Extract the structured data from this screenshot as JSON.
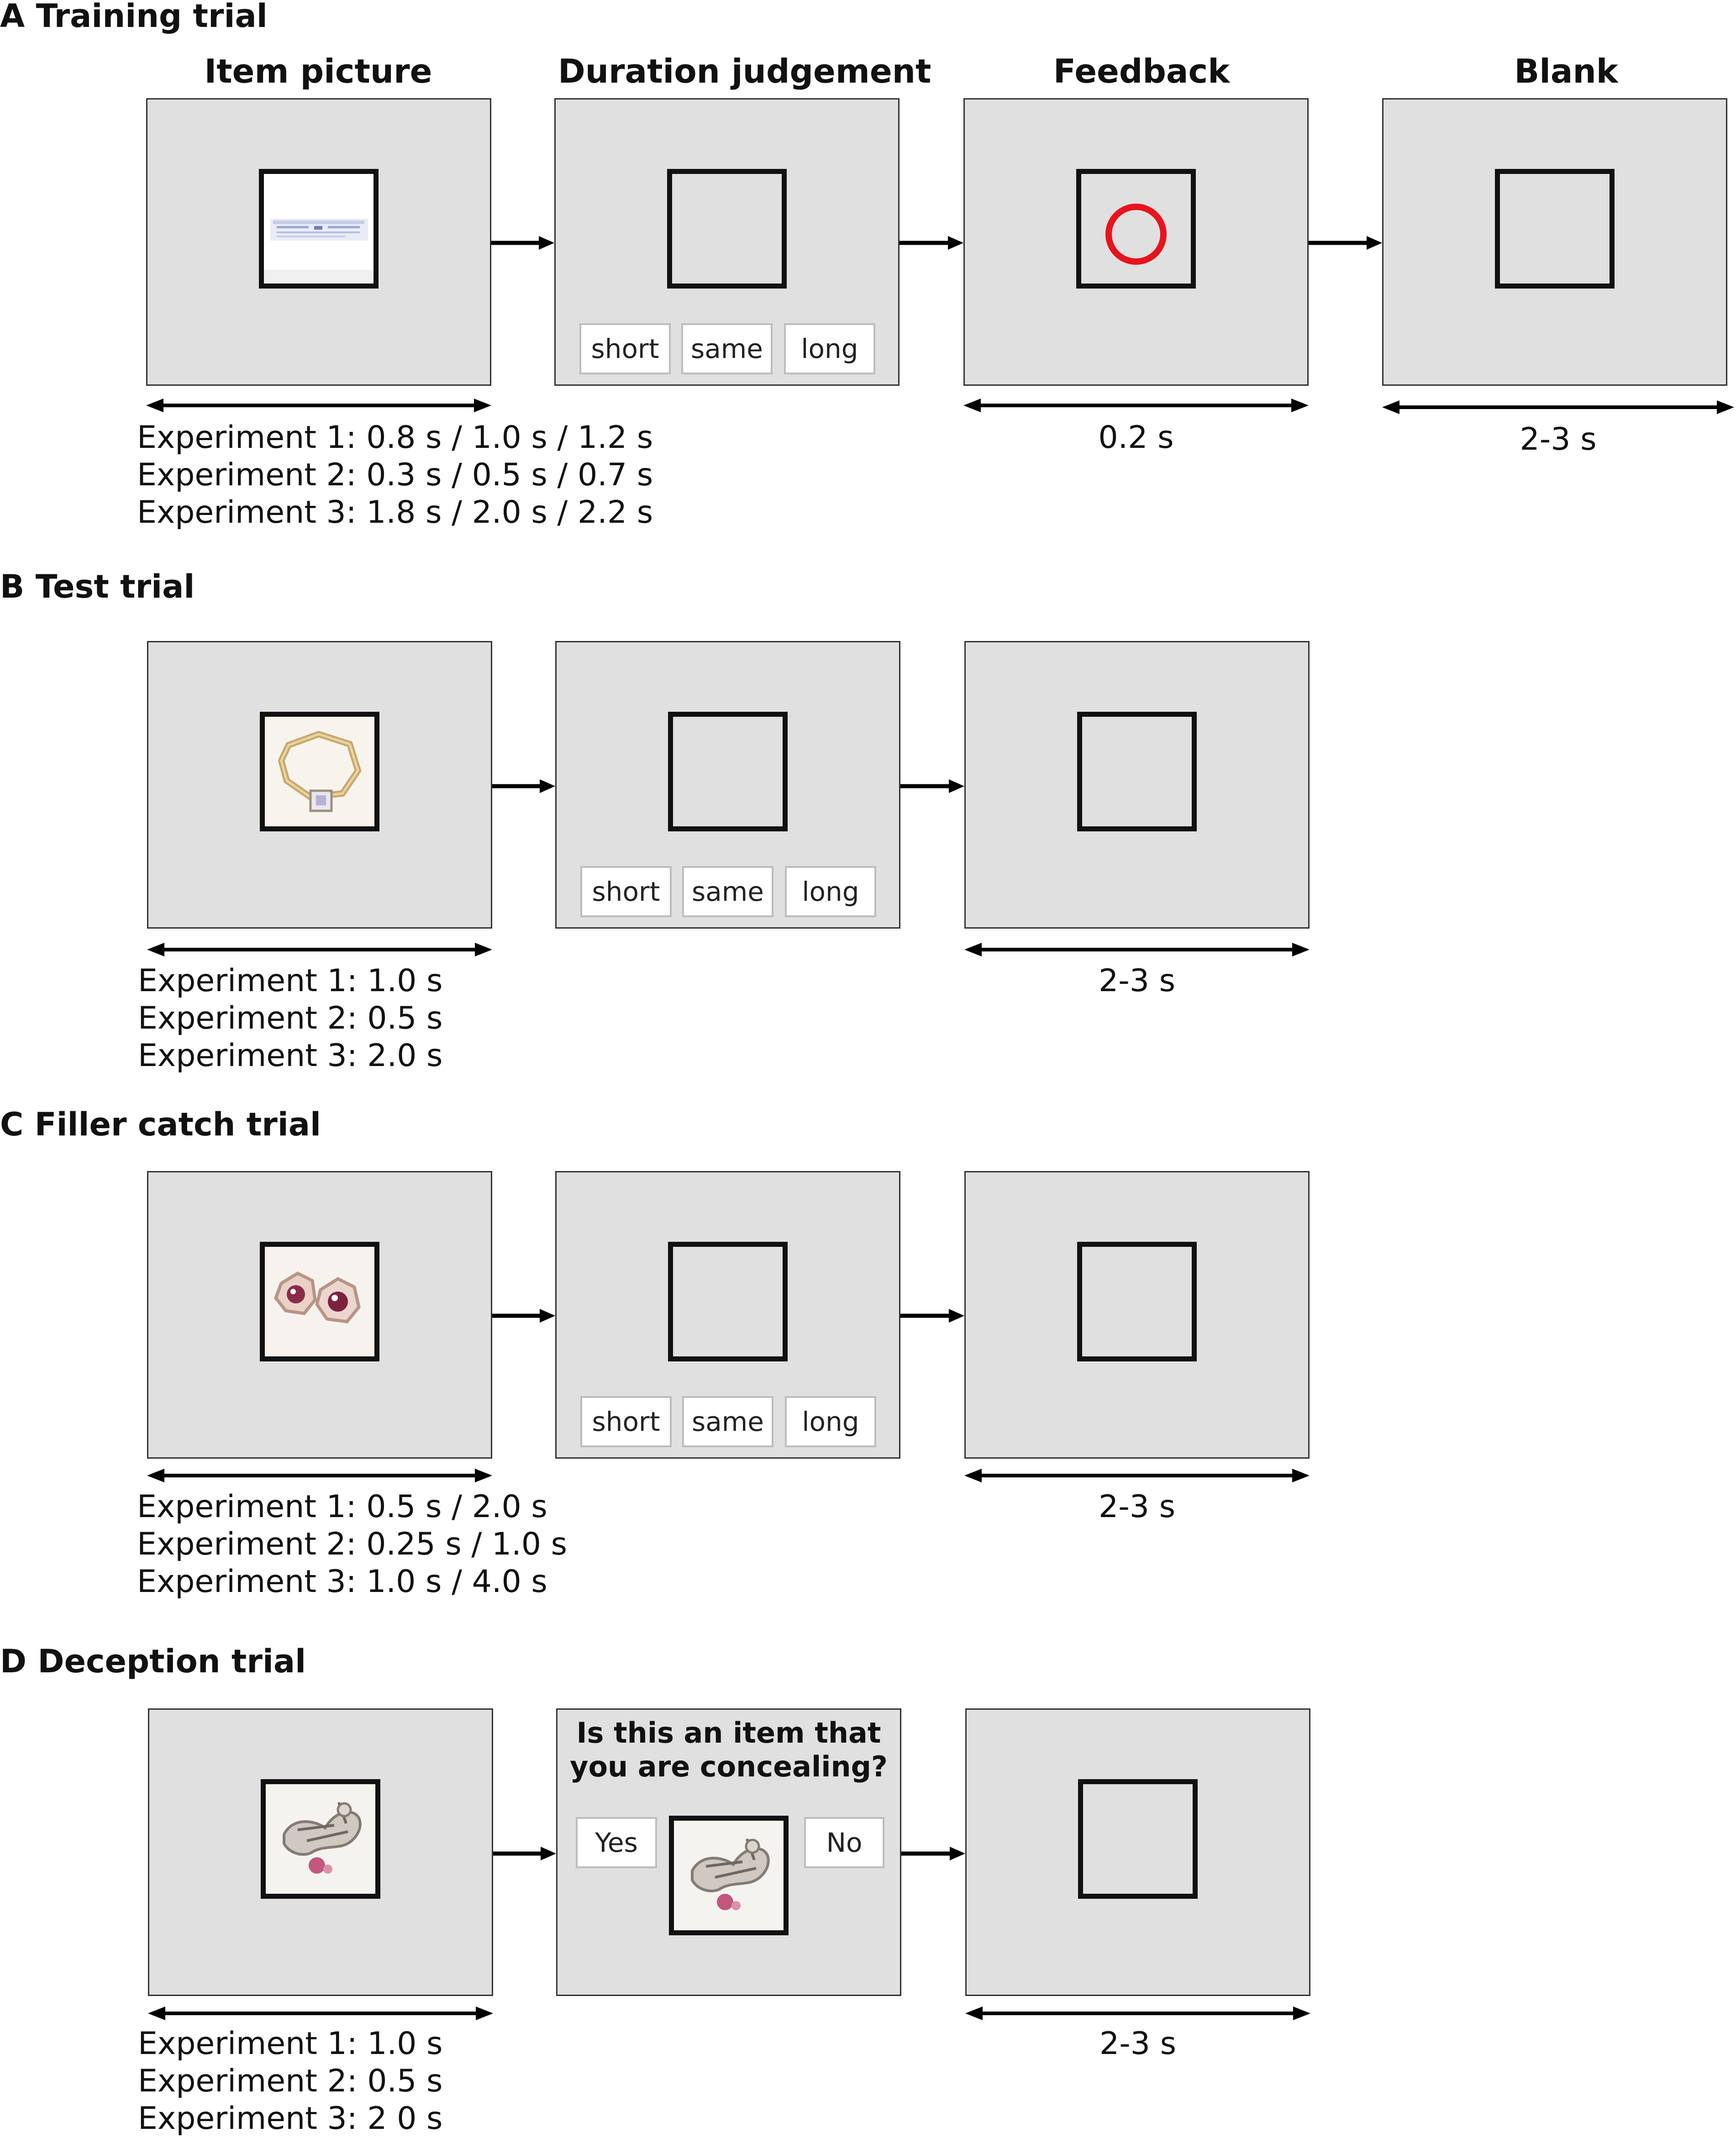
{
  "sections": {
    "A": {
      "letter": "A",
      "title": "Training trial"
    },
    "B": {
      "letter": "B",
      "title": "Test trial"
    },
    "C": {
      "letter": "C",
      "title": "Filler catch trial"
    },
    "D": {
      "letter": "D",
      "title": "Deception trial"
    }
  },
  "column_headers": {
    "item_picture": "Item picture",
    "duration_judgement": "Duration judgement",
    "feedback": "Feedback",
    "blank": "Blank"
  },
  "buttons": {
    "short": "short",
    "same": "same",
    "long": "long",
    "yes": "Yes",
    "no": "No"
  },
  "deception_question": {
    "line1": "Is this an item that",
    "line2": "you are concealing?"
  },
  "timings": {
    "A": {
      "item": [
        "Experiment 1: 0.8 s / 1.0 s / 1.2 s",
        "Experiment 2: 0.3 s / 0.5 s / 0.7 s",
        "Experiment 3: 1.8 s / 2.0 s / 2.2 s"
      ],
      "feedback": "0.2 s",
      "blank": "2-3 s"
    },
    "B": {
      "item": [
        "Experiment 1: 1.0 s",
        "Experiment 2: 0.5 s",
        "Experiment 3: 2.0 s"
      ],
      "blank": "2-3 s"
    },
    "C": {
      "item": [
        "Experiment 1: 0.5 s / 2.0 s",
        "Experiment 2: 0.25 s / 1.0 s",
        "Experiment 3: 1.0 s / 4.0 s"
      ],
      "blank": "2-3 s"
    },
    "D": {
      "item": [
        "Experiment 1: 1.0 s",
        "Experiment 2: 0.5 s",
        "Experiment 3: 2 0 s"
      ],
      "blank": "2-3 s"
    }
  },
  "colors": {
    "screen": "#e0e0e0",
    "feedback_circle": "#e8141c",
    "frame": "#111111"
  }
}
